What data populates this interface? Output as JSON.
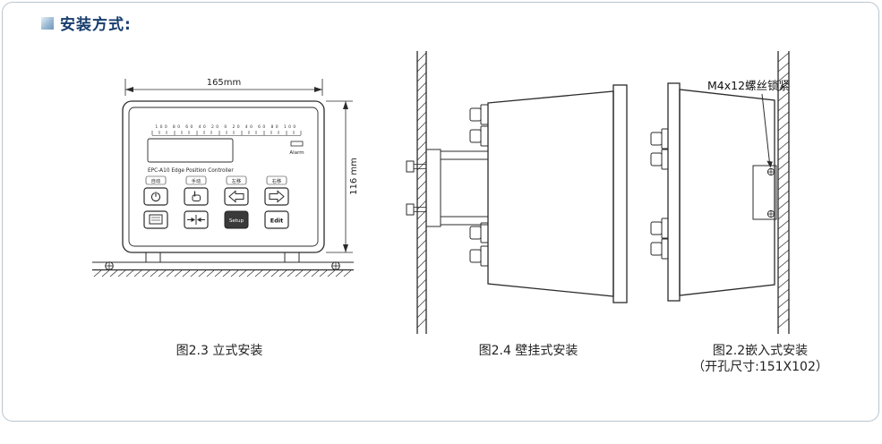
{
  "header": {
    "title": "安装方式:"
  },
  "figures": {
    "fig1": {
      "caption": "图2.3 立式安装",
      "dim_width": "165mm",
      "dim_height": "116 mm",
      "device": {
        "scale_row": "100 80 60 40 20 0 20 40 60 80 100",
        "alarm_label": "Alarm",
        "brand": "EPC-A10  Edge Position Controller",
        "key_labels": [
          "自动",
          "手动",
          "左移",
          "右移"
        ],
        "setup_label": "Setup",
        "edit_label": "Edit"
      }
    },
    "fig2": {
      "caption": "图2.4 壁挂式安装"
    },
    "fig3": {
      "caption": "图2.2嵌入式安装",
      "subcaption": "（开孔尺寸:151X102）",
      "annotation": "M4x12螺丝锁紧"
    }
  },
  "icons": {
    "header-bullet-icon": "blue-gradient-square",
    "power-icon": "circle-with-bar",
    "hand-icon": "pointing-hand",
    "arrow-left-icon": "hollow-arrow-left",
    "arrow-right-icon": "hollow-arrow-right",
    "display-icon": "screen-with-lines",
    "center-arrows-icon": "arrows-to-center-bar",
    "screw-icon": "circle-with-cross"
  },
  "colors": {
    "accent": "#173d6d",
    "frame": "#b9c6d0",
    "line": "#2b2b2b"
  }
}
